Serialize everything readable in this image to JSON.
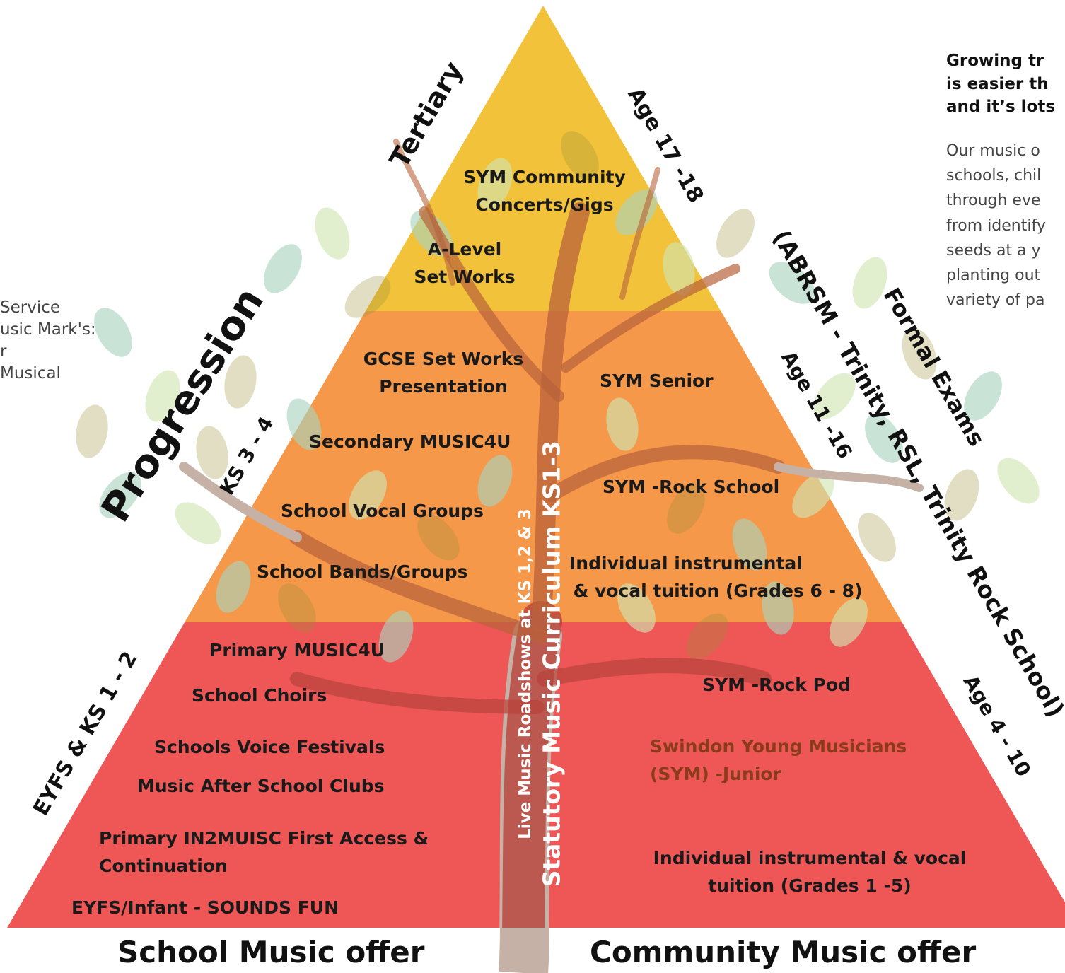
{
  "side_note": {
    "lines": [
      "Service",
      "usic Mark's:",
      "r",
      "Musical"
    ]
  },
  "blurb": {
    "head_lines": [
      "Growing tr",
      "is easier th",
      "and it’s lots"
    ],
    "body_lines": [
      "Our music o",
      "schools, chil",
      "through eve",
      "from identify",
      "seeds at a y",
      "planting out",
      "variety of pa"
    ]
  },
  "rotated": {
    "tertiary": "Tertiary",
    "progression": "Progression",
    "ks34": "KS 3 - 4",
    "eyfs": "EYFS & KS  1 - 2",
    "age1718": "Age 17 -18",
    "age1116": "Age 11 -16",
    "age410": "Age 4 - 10",
    "abrsm": "(ABRSM - Trinity, RSL, Trinity Rock School)",
    "formal": "Formal Exams"
  },
  "vertical": {
    "roadshows": "Live Music Roadshows at KS 1,2 & 3",
    "statutory": "Statutory Music Curriculum KS1-3"
  },
  "top_tier": {
    "sym_community": [
      "SYM Community",
      "Concerts/Gigs"
    ],
    "a_level": [
      "A-Level",
      "Set Works"
    ]
  },
  "middle_left": {
    "gcse": [
      "GCSE Set Works",
      "Presentation"
    ],
    "secondary": "Secondary MUSIC4U",
    "vocal_groups": "School Vocal Groups",
    "bands": "School Bands/Groups"
  },
  "middle_right": {
    "senior": "SYM Senior",
    "rock_school": "SYM -Rock School",
    "tuition": [
      "Individual instrumental",
      "& vocal tuition (Grades 6 - 8)"
    ]
  },
  "bottom_left": {
    "primary_music4u": "Primary MUSIC4U",
    "choirs": "School Choirs",
    "voice_festivals": "Schools Voice Festivals",
    "after_school": "Music After School Clubs",
    "in2music": [
      "Primary IN2MUISC First Access &",
      "Continuation"
    ],
    "sounds_fun": "EYFS/Infant - SOUNDS FUN"
  },
  "bottom_right": {
    "rock_pod": "SYM -Rock Pod",
    "junior": [
      "Swindon Young Musicians",
      "(SYM) -Junior"
    ],
    "tuition": [
      "Individual instrumental & vocal",
      "tuition (Grades 1 -5)"
    ]
  },
  "footer": {
    "school": "School Music offer",
    "community": "Community Music offer"
  },
  "colors": {
    "top": "#f2c23a",
    "middle": "#f5984a",
    "bottom": "#ef5757",
    "trunk": "#b8423a",
    "leaf_light": "#cfe6b3",
    "leaf_teal": "#a9d4bd"
  }
}
